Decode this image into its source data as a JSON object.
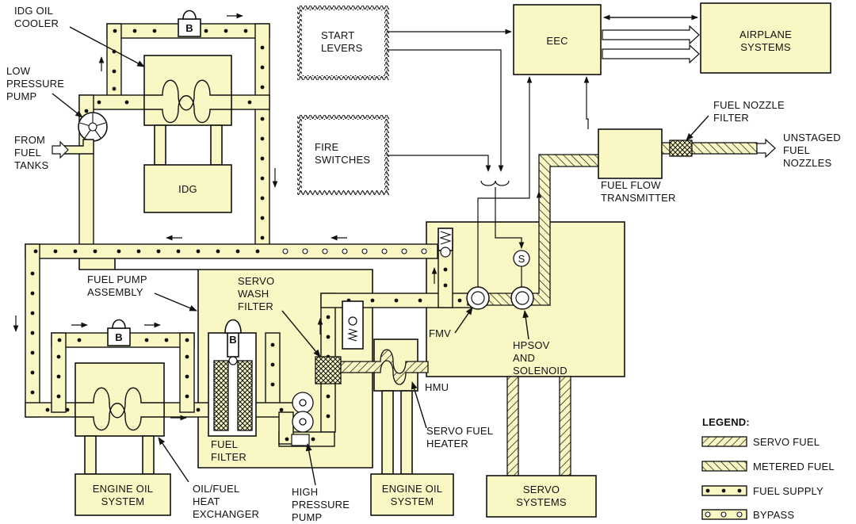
{
  "labels": {
    "idg_oil_cooler": [
      "IDG OIL",
      "COOLER"
    ],
    "low_pressure_pump": [
      "LOW",
      "PRESSURE",
      "PUMP"
    ],
    "from_fuel_tanks": [
      "FROM",
      "FUEL",
      "TANKS"
    ],
    "idg": "IDG",
    "start_levers": [
      "START",
      "LEVERS"
    ],
    "fire_switches": [
      "FIRE",
      "SWITCHES"
    ],
    "eec": "EEC",
    "airplane_systems": [
      "AIRPLANE",
      "SYSTEMS"
    ],
    "fuel_nozzle_filter": [
      "FUEL NOZZLE",
      "FILTER"
    ],
    "unstaged_fuel_nozzles": [
      "UNSTAGED",
      "FUEL",
      "NOZZLES"
    ],
    "fuel_flow_transmitter": [
      "FUEL FLOW",
      "TRANSMITTER"
    ],
    "fuel_pump_assembly": [
      "FUEL PUMP",
      "ASSEMBLY"
    ],
    "servo_wash_filter": [
      "SERVO",
      "WASH",
      "FILTER"
    ],
    "fmv": "FMV",
    "hpsov": [
      "HPSOV",
      "AND",
      "SOLENOID"
    ],
    "hmu": "HMU",
    "servo_fuel_heater": [
      "SERVO FUEL",
      "HEATER"
    ],
    "fuel_filter": [
      "FUEL",
      "FILTER"
    ],
    "high_pressure_pump": [
      "HIGH",
      "PRESSURE",
      "PUMP"
    ],
    "oil_fuel_heat_exchanger": [
      "OIL/FUEL",
      "HEAT",
      "EXCHANGER"
    ],
    "engine_oil_system_left": [
      "ENGINE OIL",
      "SYSTEM"
    ],
    "engine_oil_system_right": [
      "ENGINE OIL",
      "SYSTEM"
    ],
    "servo_systems": [
      "SERVO",
      "SYSTEMS"
    ],
    "bypass_valve_symbol": "B",
    "solenoid_symbol": "S"
  },
  "legend": {
    "title": "LEGEND:",
    "items": [
      {
        "label": "SERVO FUEL",
        "pattern": "servo"
      },
      {
        "label": "METERED FUEL",
        "pattern": "metered"
      },
      {
        "label": "FUEL SUPPLY",
        "pattern": "supply"
      },
      {
        "label": "BYPASS",
        "pattern": "bypass"
      }
    ]
  },
  "colors": {
    "fill": "#f9f7c4",
    "stroke": "#111111",
    "background": "#ffffff"
  }
}
